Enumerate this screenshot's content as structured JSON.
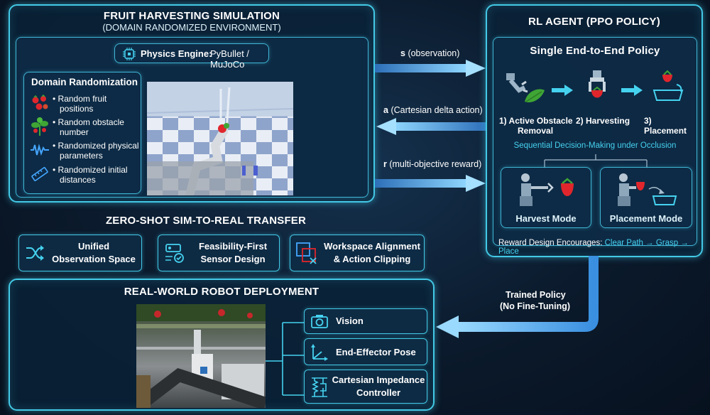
{
  "sim": {
    "title": "FRUIT HARVESTING SIMULATION",
    "subtitle": "(DOMAIN RANDOMIZED ENVIRONMENT)",
    "engine_label": "Physics Engine:",
    "engine_value": "PyBullet / MuJoCo",
    "dr_title": "Domain Randomization",
    "dr_items": [
      {
        "line1": "• Random fruit",
        "line2": "positions",
        "icon": "strawberries-icon"
      },
      {
        "line1": "• Random obstacle",
        "line2": "number",
        "icon": "plant-icon"
      },
      {
        "line1": "• Randomized physical",
        "line2": "parameters",
        "icon": "waveform-icon"
      },
      {
        "line1": "• Randomized initial",
        "line2": "distances",
        "icon": "ruler-icon"
      }
    ]
  },
  "signals": {
    "s_key": "s",
    "s_text": "(observation)",
    "a_key": "a",
    "a_text": "(Cartesian delta action)",
    "r_key": "r",
    "r_text": "(multi-objective reward)"
  },
  "agent": {
    "title": "RL AGENT (PPO POLICY)",
    "policy_title": "Single End-to-End Policy",
    "steps": [
      {
        "line1": "1) Active Obstacle",
        "line2": "Removal"
      },
      {
        "line1": "2) Harvesting",
        "line2": ""
      },
      {
        "line1": "3) Placement",
        "line2": ""
      }
    ],
    "sequential": "Sequential Decision-Making under Occlusion",
    "modes": [
      "Harvest Mode",
      "Placement Mode"
    ],
    "reward_prefix": "Reward Design Encourages:",
    "reward_path": "Clear Path → Grasp → Place"
  },
  "transfer": {
    "title": "ZERO-SHOT SIM-TO-REAL TRANSFER",
    "items": [
      {
        "line1": "Unified",
        "line2": "Observation Space"
      },
      {
        "line1": "Feasibility-First",
        "line2": "Sensor Design"
      },
      {
        "line1": "Workspace Alignment",
        "line2": "& Action Clipping"
      }
    ]
  },
  "trained": {
    "line1": "Trained Policy",
    "line2": "(No Fine-Tuning)"
  },
  "real": {
    "title": "REAL-WORLD ROBOT DEPLOYMENT",
    "items": [
      {
        "line1": "Vision",
        "line2": ""
      },
      {
        "line1": "End-Effector Pose",
        "line2": ""
      },
      {
        "line1": "Cartesian Impedance",
        "line2": "Controller"
      }
    ]
  },
  "colors": {
    "accent": "#43c9e6",
    "background": "#0b1a2c",
    "strawberry": "#e0262c",
    "leaf": "#3fa535"
  }
}
